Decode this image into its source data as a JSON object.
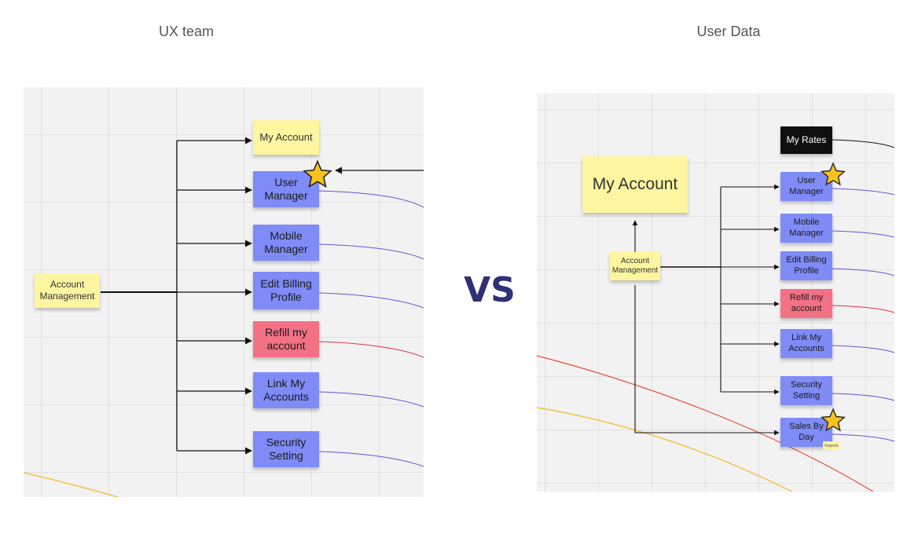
{
  "headings": {
    "left": "UX team",
    "right": "User Data"
  },
  "vs_label": "VS",
  "colors": {
    "yellow": "#fef5a1",
    "blue": "#7f8bf6",
    "red": "#f27185",
    "black": "#0f0f0f",
    "vs": "#2e3177",
    "star": "#f6c21c"
  },
  "left": {
    "root": "Account Management",
    "items": [
      "My Account",
      "User Manager",
      "Mobile Manager",
      "Edit Billing Profile",
      "Refill my account",
      "Link My Accounts",
      "Security Setting"
    ]
  },
  "right": {
    "my_account": "My Account",
    "root": "Account Management",
    "my_rates": "My Rates",
    "items": [
      "User Manager",
      "Mobile Manager",
      "Edit Billing Profile",
      "Refill my account",
      "Link My Accounts",
      "Security Setting",
      "Sales By Day"
    ],
    "tiny_note": "Reports"
  }
}
